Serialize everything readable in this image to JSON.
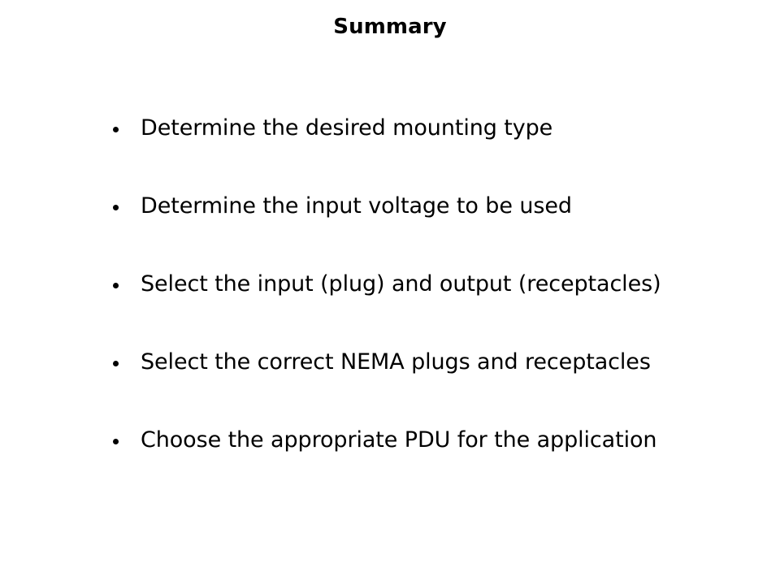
{
  "slide": {
    "title": "Summary",
    "background_color": "#ffffff",
    "text_color": "#000000",
    "bullets": [
      {
        "marker": "bullet-dot",
        "text": "Determine the desired mounting type"
      },
      {
        "marker": "bullet-dot",
        "text": "Determine the input voltage to be used"
      },
      {
        "marker": "bullet-dot",
        "text": "Select the input (plug) and output (receptacles)"
      },
      {
        "marker": "bullet-dot",
        "text": "Select the correct NEMA plugs and receptacles"
      },
      {
        "marker": "bullet-dot",
        "text": "Choose the appropriate PDU for the application"
      }
    ]
  }
}
